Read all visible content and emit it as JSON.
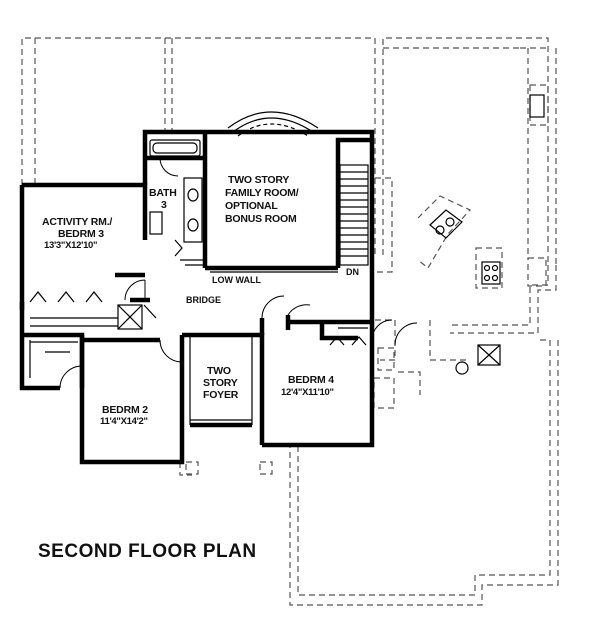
{
  "plan_title": "SECOND FLOOR PLAN",
  "rooms": {
    "activity": {
      "line1": "ACTIVITY RM./",
      "line2": "BEDRM 3",
      "dims": "13'3\"X12'10\""
    },
    "bath": {
      "line1": "BATH",
      "line2": "3"
    },
    "family": {
      "line1": "TWO STORY",
      "line2": "FAMILY ROOM/",
      "line3": "OPTIONAL",
      "line4": "BONUS ROOM"
    },
    "bedrm2": {
      "line1": "BEDRM 2",
      "dims": "11'4\"X14'2\""
    },
    "foyer": {
      "line1": "TWO",
      "line2": "STORY",
      "line3": "FOYER"
    },
    "bedrm4": {
      "line1": "BEDRM 4",
      "dims": "12'4\"X11'10\""
    }
  },
  "labels": {
    "low_wall": "LOW WALL",
    "bridge": "BRIDGE",
    "stair_down": "DN"
  }
}
